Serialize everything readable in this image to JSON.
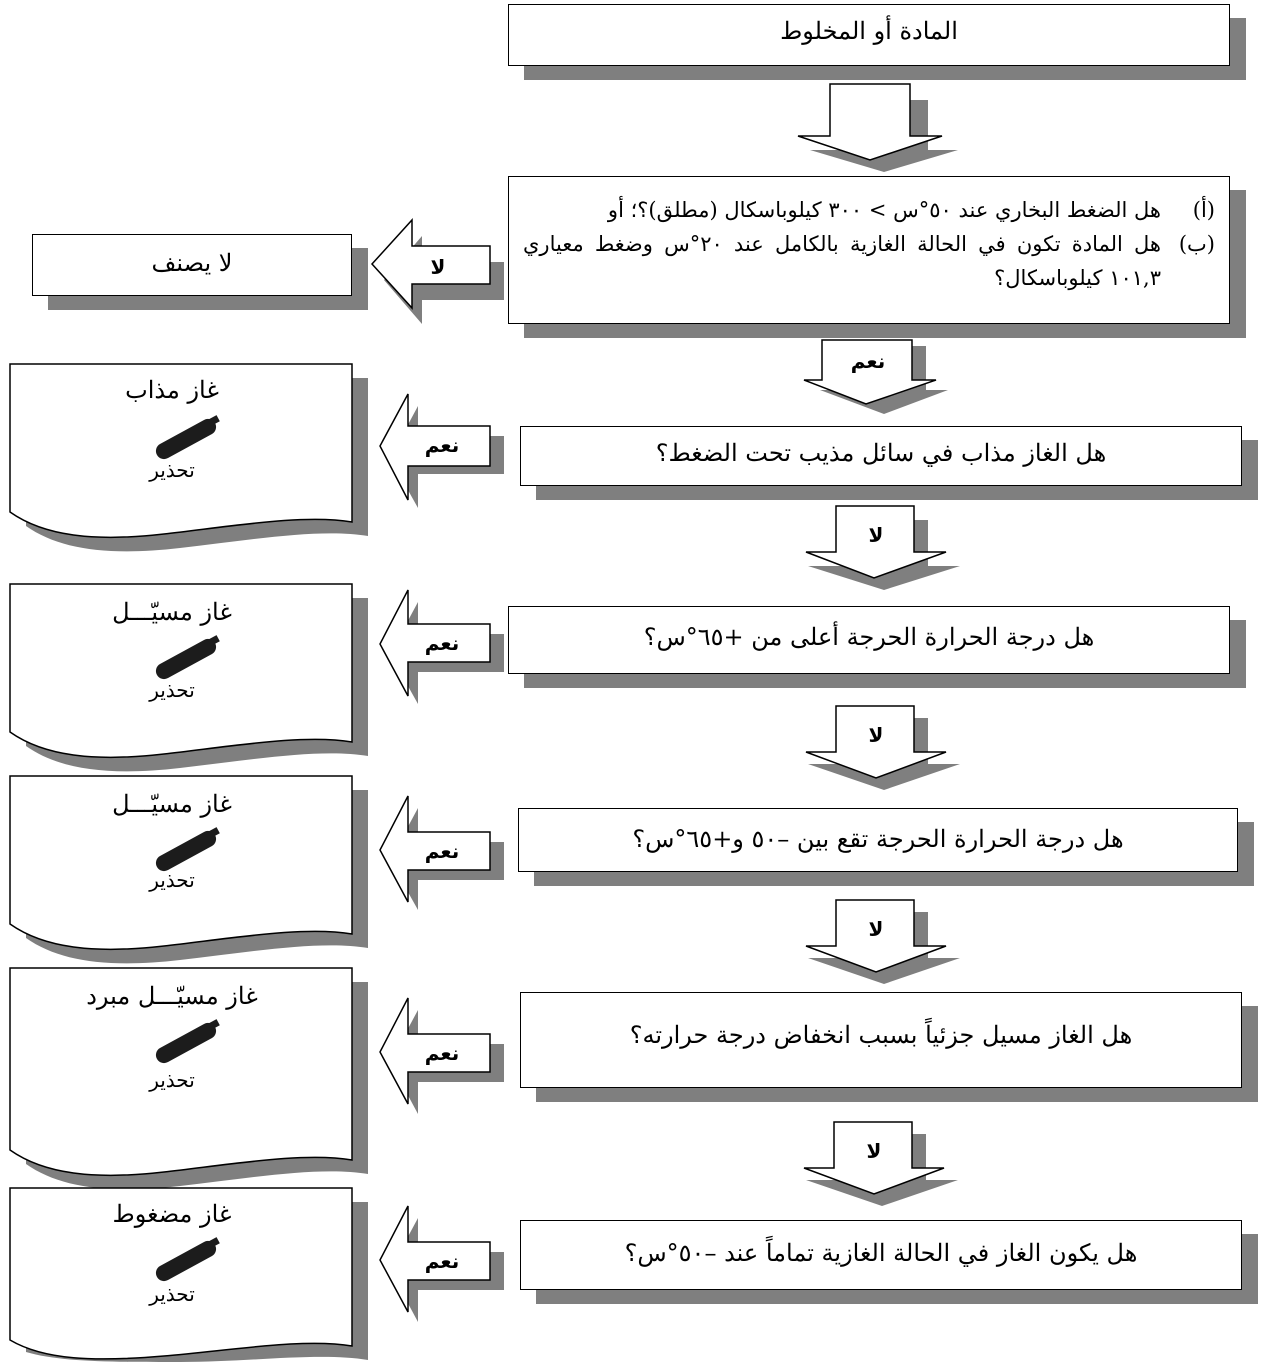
{
  "start": {
    "label": "المادة أو المخلوط"
  },
  "question_1": {
    "a_tag": "(أ)",
    "a_text": "هل الضغط البخاري عند ٥٠°س > ٣٠٠ كيلوباسكال (مطلق)؟؛ أو",
    "b_tag": "(ب)",
    "b_text": "هل المادة تكون في الحالة الغازية بالكامل عند ٢٠°س وضغط معياري ١٠١,٣ كيلوباسكال؟"
  },
  "not_classified": {
    "label": "لا يصنف"
  },
  "questions": [
    {
      "text": "هل الغاز مذاب في سائل مذيب تحت الضغط؟"
    },
    {
      "text": "هل درجة الحرارة الحرجة أعلى من +٦٥°س؟"
    },
    {
      "text": "هل درجة الحرارة الحرجة تقع بين –٥٠ و+٦٥°س؟"
    },
    {
      "text": "هل الغاز مسيل جزئياً بسبب انخفاض درجة حرارته؟"
    },
    {
      "text": "هل يكون الغاز في الحالة الغازية تماماً عند –٥٠°س؟"
    }
  ],
  "results": [
    {
      "title": "غاز مذاب",
      "signal_word": "تحذير",
      "icon": "gas-cylinder-icon"
    },
    {
      "title": "غاز مسيّـــل",
      "signal_word": "تحذير",
      "icon": "gas-cylinder-icon"
    },
    {
      "title": "غاز مسيّـــل",
      "signal_word": "تحذير",
      "icon": "gas-cylinder-icon"
    },
    {
      "title": "غاز مسيّـــل مبرد",
      "signal_word": "تحذير",
      "icon": "gas-cylinder-icon"
    },
    {
      "title": "غاز مضغوط",
      "signal_word": "تحذير",
      "icon": "gas-cylinder-icon"
    }
  ],
  "labels": {
    "yes": "نعم",
    "no": "لا"
  },
  "colors": {
    "shadow": "#7f7f7f",
    "icon": "#1c1c1c"
  }
}
